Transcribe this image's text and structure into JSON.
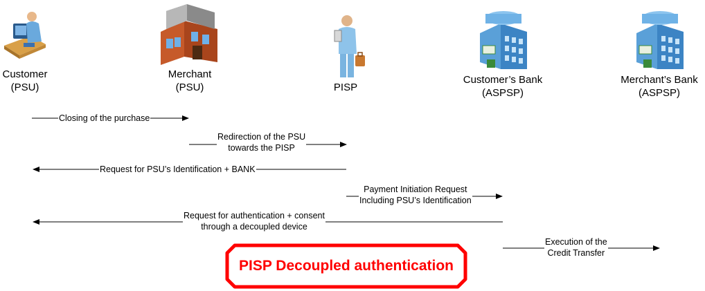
{
  "actors": {
    "customer": {
      "line1": "Customer",
      "line2": "(PSU)",
      "icon": "person-at-computer-icon"
    },
    "merchant": {
      "line1": "Merchant",
      "line2": "(PSU)",
      "icon": "shop-building-icon"
    },
    "pisp": {
      "line1": "PISP",
      "icon": "businessman-icon"
    },
    "customer_bank": {
      "line1": "Customer’s Bank",
      "line2": "(ASPSP)",
      "icon": "bank-building-icon"
    },
    "merchant_bank": {
      "line1": "Merchant’s Bank",
      "line2": "(ASPSP)",
      "icon": "bank-building-icon"
    }
  },
  "messages": [
    {
      "from": "Customer (PSU)",
      "to": "Merchant (PSU)",
      "lines": [
        "Closing of the purchase"
      ]
    },
    {
      "from": "Merchant (PSU)",
      "to": "PISP",
      "lines": [
        "Redirection of the PSU",
        "towards the PISP"
      ]
    },
    {
      "from": "PISP",
      "to": "Customer (PSU)",
      "lines": [
        "Request for PSU’s Identification + BANK"
      ]
    },
    {
      "from": "PISP",
      "to": "Customer’s Bank (ASPSP)",
      "lines": [
        "Payment Initiation Request",
        "Including PSU’s Identification"
      ]
    },
    {
      "from": "Customer’s Bank (ASPSP)",
      "to": "Customer (PSU)",
      "lines": [
        "Request for authentication + consent",
        "through a decoupled device"
      ]
    },
    {
      "from": "Customer’s Bank (ASPSP)",
      "to": "Merchant’s Bank (ASPSP)",
      "lines": [
        "Execution of the",
        "Credit Transfer"
      ]
    }
  ],
  "banner": {
    "text": "PISP Decoupled authentication",
    "color": "#ff0000"
  }
}
